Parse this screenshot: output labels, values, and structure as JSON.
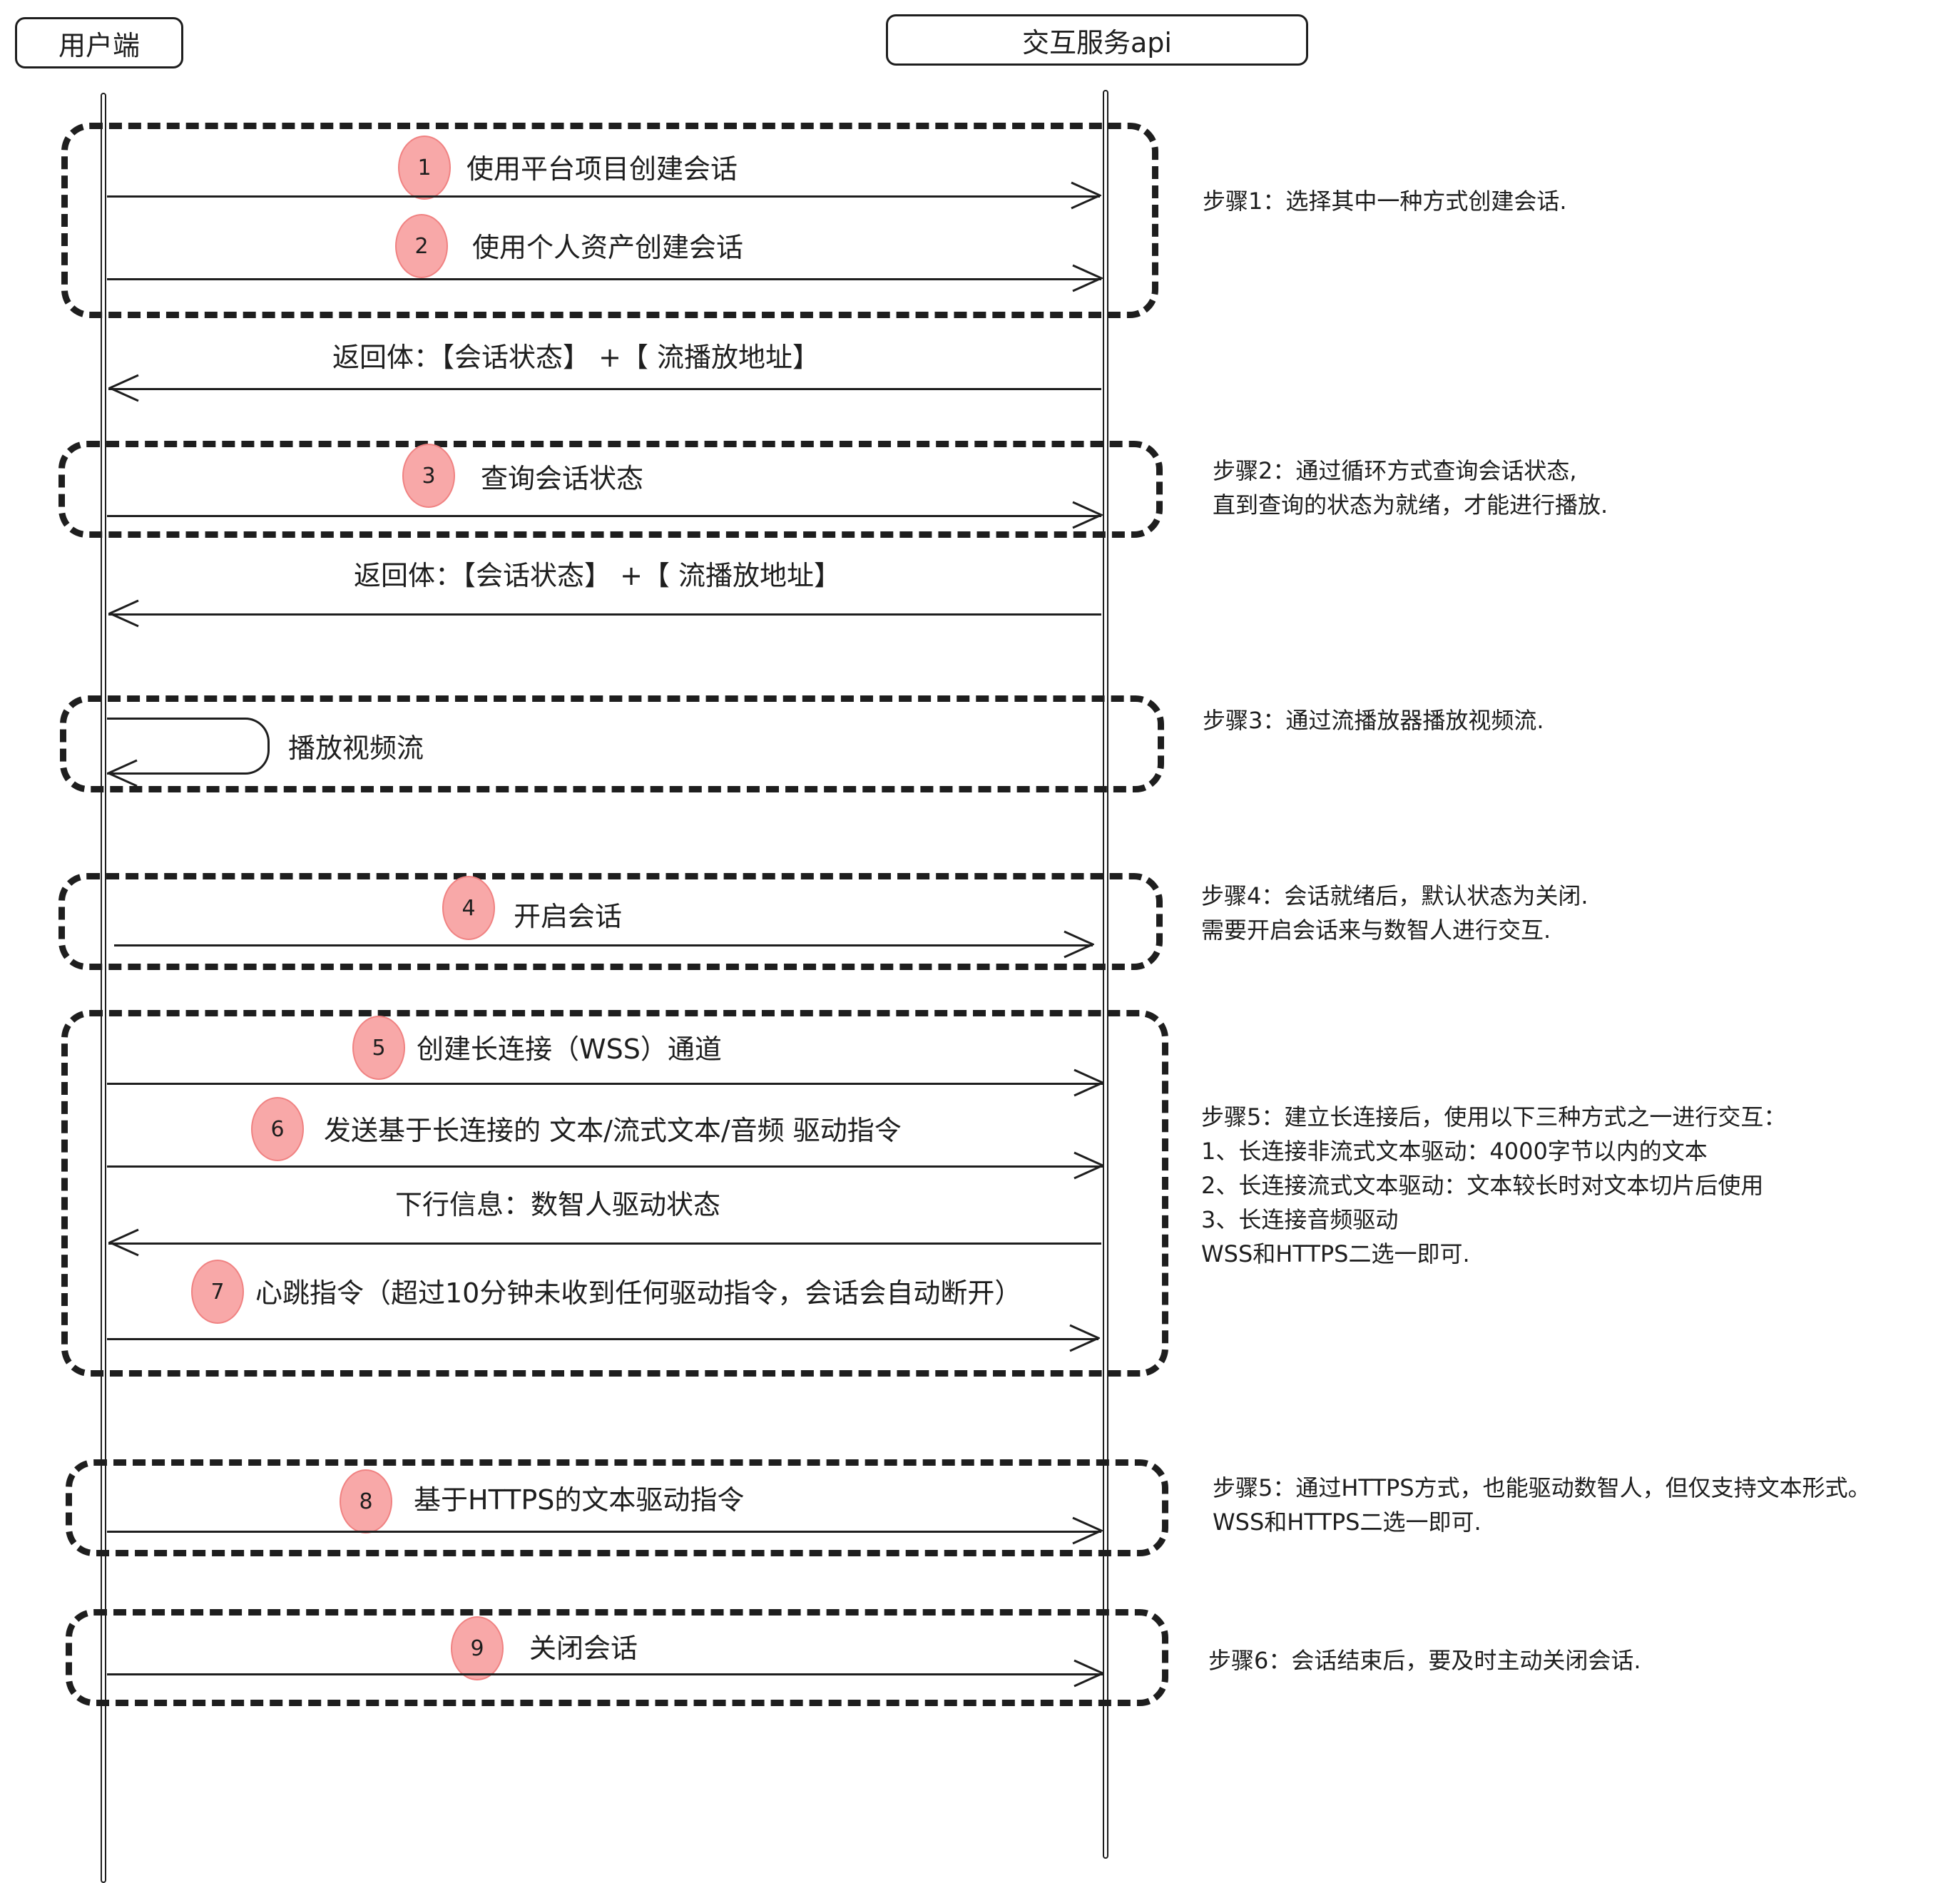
{
  "actors": {
    "client": "用户端",
    "server": "交互服务api"
  },
  "markers": [
    "1",
    "2",
    "3",
    "4",
    "5",
    "6",
    "7",
    "8",
    "9"
  ],
  "messages": {
    "m1": "使用平台项目创建会话",
    "m2": "使用个人资产创建会话",
    "r1": "返回体：【会话状态】 +【 流播放地址】",
    "m3": "查询会话状态",
    "r2": "返回体：【会话状态】 +【 流播放地址】",
    "self": "播放视频流",
    "m4": "开启会话",
    "m5": "创建长连接（WSS）通道",
    "m6": "发送基于长连接的 文本/流式文本/音频 驱动指令",
    "down": "下行信息：数智人驱动状态",
    "m7": "心跳指令（超过10分钟未收到任何驱动指令，会话会自动断开）",
    "m8": "基于HTTPS的文本驱动指令",
    "m9": "关闭会话"
  },
  "notes": {
    "step1": [
      "步骤1：选择其中一种方式创建会话."
    ],
    "step2": [
      "步骤2：通过循环方式查询会话状态,",
      "直到查询的状态为就绪，才能进行播放."
    ],
    "step3": [
      "步骤3：通过流播放器播放视频流."
    ],
    "step4": [
      "步骤4：会话就绪后，默认状态为关闭.",
      "需要开启会话来与数智人进行交互."
    ],
    "step5": [
      "步骤5：建立长连接后，使用以下三种方式之一进行交互：",
      "1、长连接非流式文本驱动：4000字节以内的文本",
      "2、长连接流式文本驱动：文本较长时对文本切片后使用",
      "3、长连接音频驱动",
      "WSS和HTTPS二选一即可."
    ],
    "step5b": [
      "步骤5：通过HTTPS方式，也能驱动数智人，但仅支持文本形式。",
      "WSS和HTTPS二选一即可."
    ],
    "step6": [
      "步骤6：会话结束后，要及时主动关闭会话."
    ]
  },
  "colors": {
    "stroke": "#1e1e1e",
    "marker_fill": "#f8a8a8",
    "marker_stroke": "#f08282",
    "background": "#ffffff"
  }
}
